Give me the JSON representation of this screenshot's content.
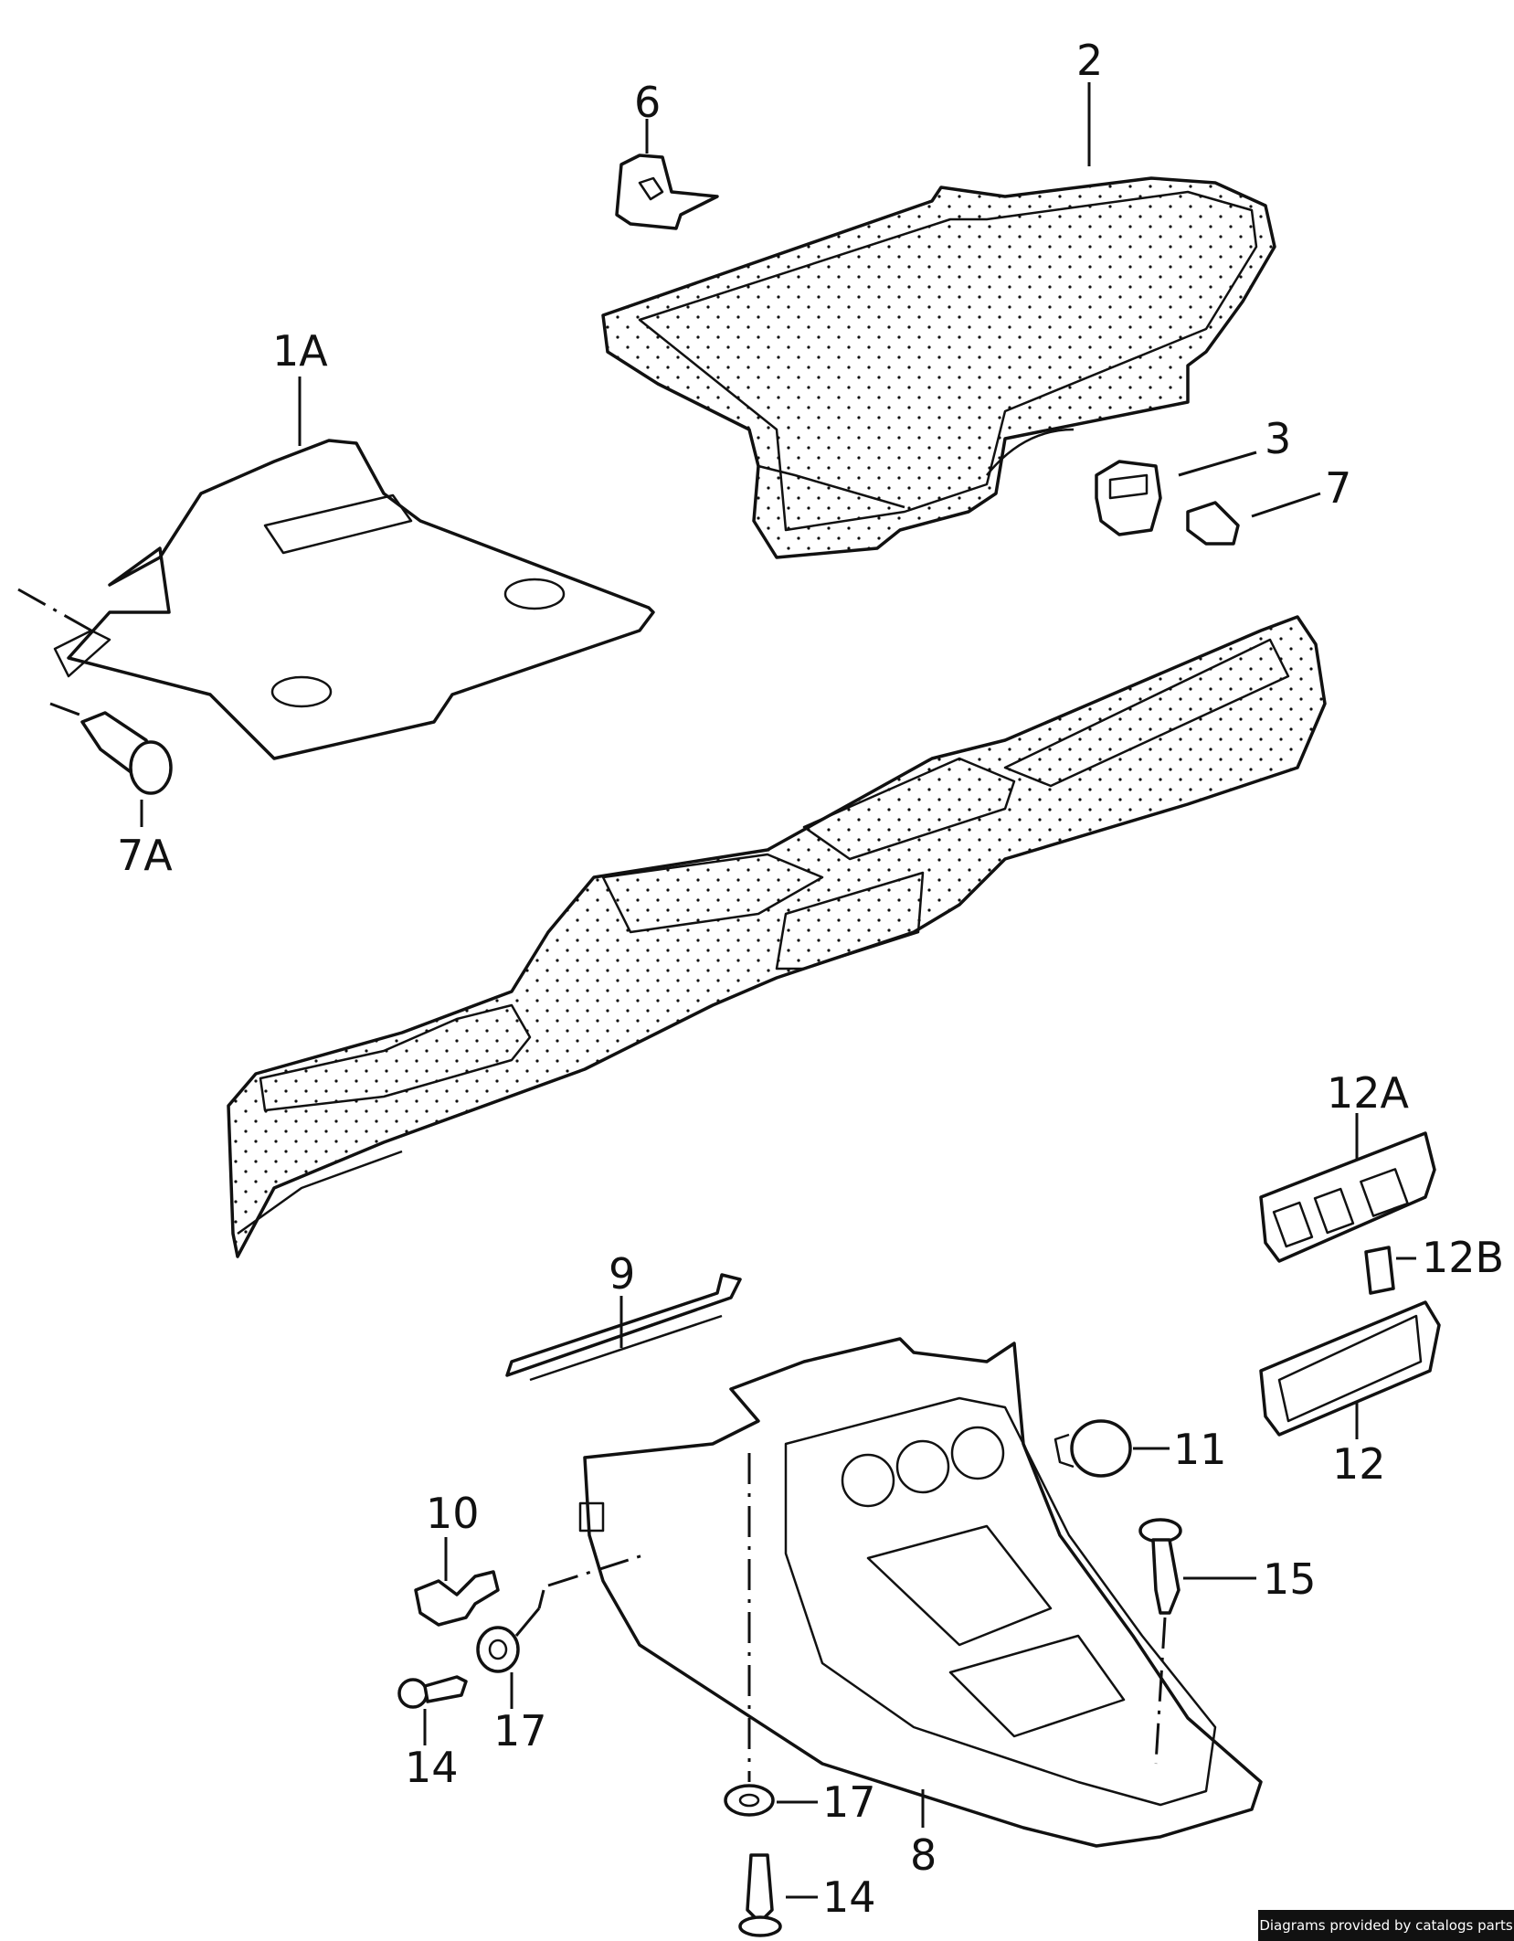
{
  "labels": {
    "p2": "2",
    "p6": "6",
    "p1A": "1A",
    "p3": "3",
    "p7": "7",
    "p7A": "7A",
    "p12A": "12A",
    "p12B": "12B",
    "p12": "12",
    "p9": "9",
    "p11": "11",
    "p10": "10",
    "p15": "15",
    "p17a": "17",
    "p14a": "14",
    "p17b": "17",
    "p8": "8",
    "p14b": "14"
  },
  "footer": {
    "text": "Diagrams provided by catalogs parts"
  },
  "colors": {
    "line": "#111111",
    "background": "#ffffff"
  }
}
